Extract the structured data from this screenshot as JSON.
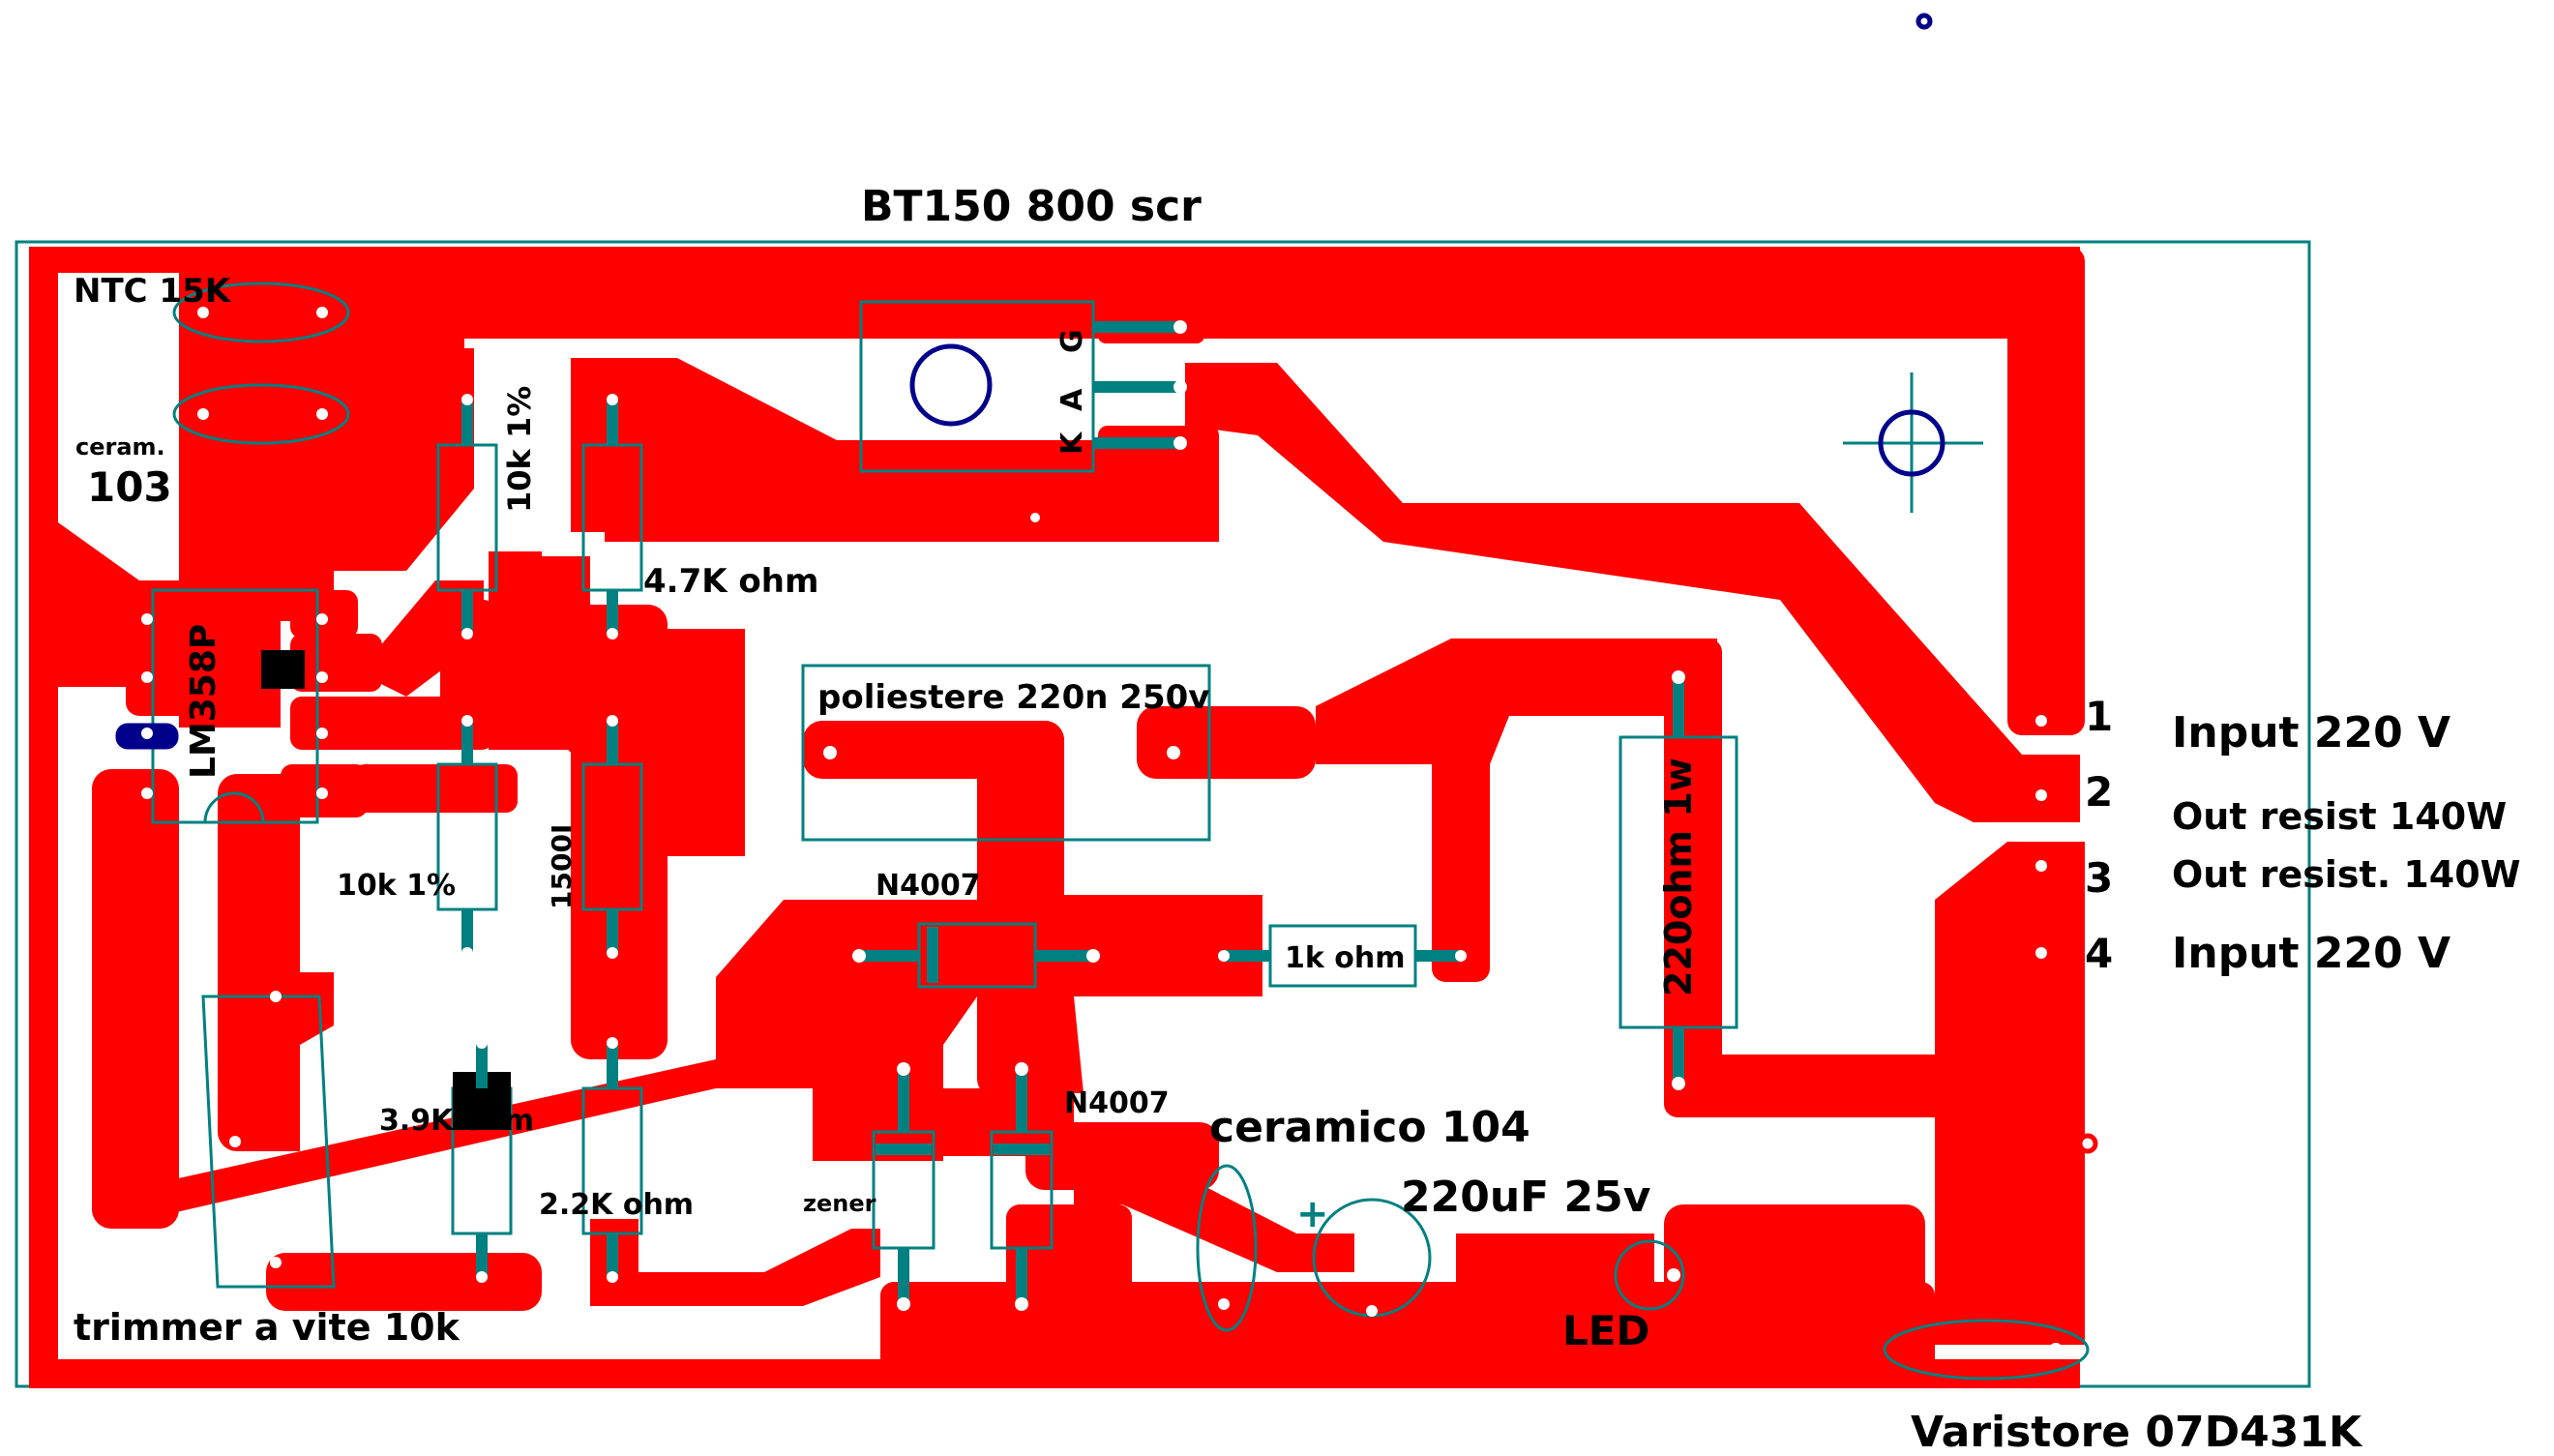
{
  "title": "BT150 800 scr",
  "colors": {
    "copper": "#ff0000",
    "silk": "#008080",
    "pad": "#ffffff",
    "via": "#00008b",
    "text": "#000000"
  },
  "components": {
    "ntc": "NTC 15K",
    "ceram_small": "ceram.",
    "ceram_value": "103",
    "opamp": "LM358P",
    "r_10k_top": "10k 1%",
    "r_4k7": "4.7K ohm",
    "r_10k_bottom": "10k 1%",
    "r_1500": "1500I",
    "r_3k9": "3.9K ohm",
    "r_2k2": "2.2K ohm",
    "trimmer": "trimmer a vite 10k",
    "poly_cap": "poliestere 220n 250v",
    "diode_1": "N4007",
    "diode_2": "N4007",
    "r_1k": "1k ohm",
    "r_220": "220ohm 1w",
    "zener": "zener",
    "ceramic_cap": "ceramico 104",
    "electrolytic": "220uF 25v",
    "plus_sign": "+",
    "led": "LED",
    "varistor": "Varistore 07D431K",
    "scr_pins": [
      "K",
      "A",
      "G"
    ]
  },
  "connector": [
    {
      "num": "1",
      "label": "Input 220 V"
    },
    {
      "num": "2",
      "label": "Out resist 140W"
    },
    {
      "num": "3",
      "label": "Out resist. 140W"
    },
    {
      "num": "4",
      "label": "Input 220 V"
    }
  ]
}
